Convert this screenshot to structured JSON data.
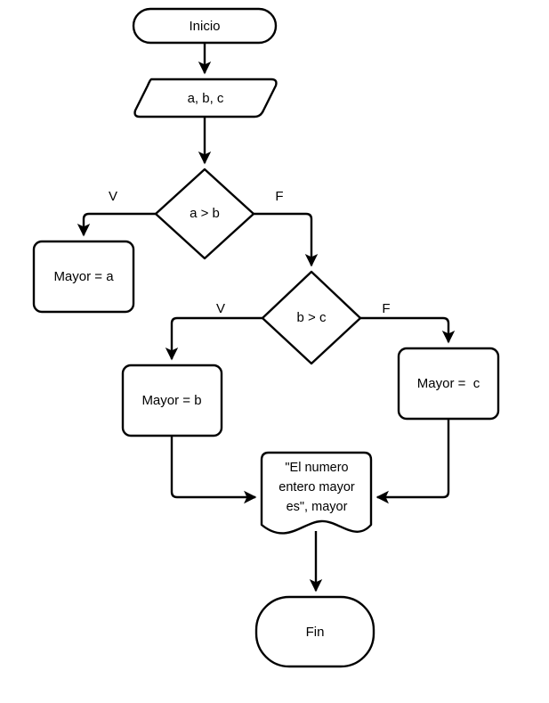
{
  "diagram": {
    "title": "Flowchart - Mayor de tres numeros",
    "language": "es",
    "colors": {
      "stroke": "#000000",
      "fill": "#ffffff",
      "background": "#ffffff"
    },
    "nodes": {
      "start": {
        "label": "Inicio",
        "shape": "terminator"
      },
      "input": {
        "label": "a, b, c",
        "shape": "parallelogram-input"
      },
      "decision1": {
        "label": "a > b",
        "shape": "diamond"
      },
      "process_a": {
        "label": "Mayor = a",
        "shape": "process"
      },
      "decision2": {
        "label": "b > c",
        "shape": "diamond"
      },
      "process_b": {
        "label": "Mayor = b",
        "shape": "process"
      },
      "process_c": {
        "label": "Mayor =  c",
        "shape": "process"
      },
      "output": {
        "shape": "document",
        "line1": "\"El numero",
        "line2": "entero mayor",
        "line3": "es\", mayor",
        "label": "\"El numero entero mayor es\", mayor"
      },
      "end": {
        "label": "Fin",
        "shape": "terminator"
      }
    },
    "branch_labels": {
      "decision1_true": "V",
      "decision1_false": "F",
      "decision2_true": "V",
      "decision2_false": "F"
    }
  }
}
